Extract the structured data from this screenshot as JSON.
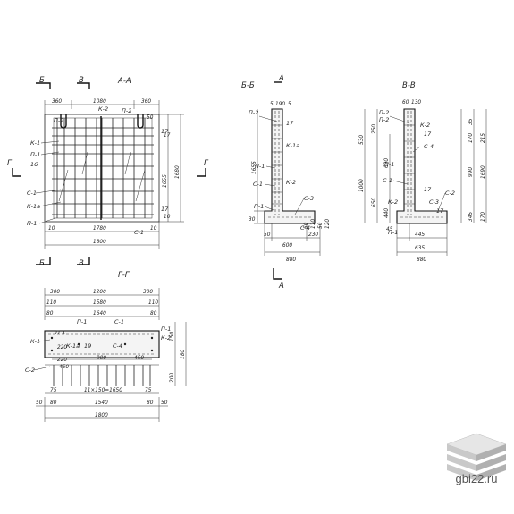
{
  "views": {
    "aa": {
      "title": "А-А",
      "cut_b": "Б",
      "cut_v": "В",
      "cut_g": "Г",
      "top_dims": [
        "360",
        "1080",
        "360"
      ],
      "bottom_dims": [
        "10",
        "1780",
        "10"
      ],
      "overall_width": "1800",
      "right_dims": [
        "17",
        "1655",
        "10"
      ],
      "overall_height": "1680",
      "right_small": [
        "50"
      ],
      "labels": [
        "П-2",
        "К-2",
        "П-2",
        "К-1",
        "П-1",
        "16",
        "С-1",
        "К-1а",
        "П-1",
        "С-1",
        "17",
        "17"
      ]
    },
    "bb": {
      "title": "Б-Б",
      "cut_a": "А",
      "top_dims": [
        "5",
        "190",
        "5"
      ],
      "left_dims": [
        "1655",
        "30"
      ],
      "bottom_dims": [
        "50",
        "600",
        "230"
      ],
      "overall": "880",
      "right_dims": [
        "50",
        "110",
        "50",
        "120"
      ],
      "labels": [
        "П-2",
        "17",
        "К-1а",
        "П-1",
        "С-1",
        "П-1",
        "С-3",
        "С-4",
        "К-2"
      ]
    },
    "vv": {
      "title": "В-В",
      "top_dims": [
        "60",
        "130"
      ],
      "left_dims": [
        "530",
        "250",
        "690",
        "1000",
        "650",
        "440",
        "45"
      ],
      "right_dims": [
        "35",
        "170",
        "215",
        "990",
        "1690",
        "345",
        "170"
      ],
      "bottom_dims": [
        "445",
        "635"
      ],
      "overall": "880",
      "labels": [
        "П-2",
        "П-2",
        "К-2",
        "17",
        "С-4",
        "П-1",
        "С-1",
        "17",
        "С-2",
        "К-2",
        "С-3",
        "П-1",
        "17"
      ]
    },
    "gg": {
      "title": "Г-Г",
      "cut_b": "Б",
      "cut_v": "В",
      "top_dims": [
        "300",
        "1200",
        "300"
      ],
      "row2_dims": [
        "110",
        "1580",
        "110"
      ],
      "row3_dims": [
        "80",
        "1640",
        "80"
      ],
      "inner_dims": [
        "220",
        "450",
        "900",
        "450"
      ],
      "inner_small": [
        "220"
      ],
      "base_dims": [
        "75",
        "11×150=1650",
        "75"
      ],
      "bottom_dims": [
        "50",
        "80",
        "1540",
        "80",
        "50"
      ],
      "overall": "1800",
      "right_dims": [
        "150",
        "200",
        "180"
      ],
      "labels": [
        "П-1",
        "С-1",
        "К-1",
        "П-1",
        "К-1а",
        "19",
        "С-4",
        "П-1",
        "К-2",
        "С-2"
      ]
    }
  },
  "watermark": {
    "site": "gbi22.ru",
    "logo_icon": "stacked-slabs-icon"
  }
}
